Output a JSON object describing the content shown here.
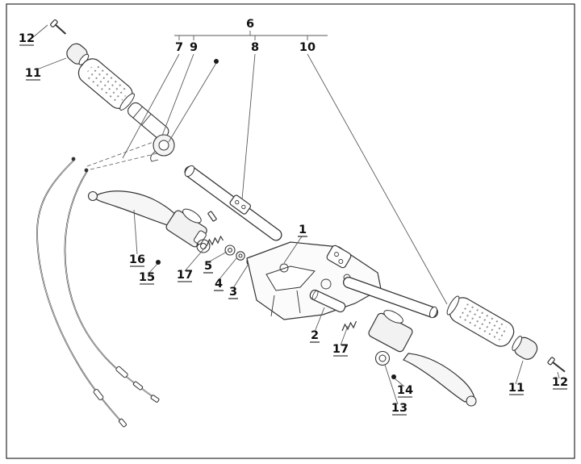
{
  "figure": {
    "kind": "exploded-parts-diagram",
    "subject": "scooter handlebar assembly with grips, levers, master cylinders and control cables",
    "background_color": "#ffffff",
    "border_color": "#000000",
    "line_color": "#333333",
    "part_numbers_visible": [
      "1",
      "2",
      "3",
      "4",
      "5",
      "6",
      "7",
      "8",
      "9",
      "10",
      "11",
      "12",
      "13",
      "14",
      "15",
      "16",
      "17"
    ]
  },
  "labels": [
    {
      "id": "12-top-left",
      "text": "12"
    },
    {
      "id": "11-top-left",
      "text": "11"
    },
    {
      "id": "6-bracket",
      "text": "6"
    },
    {
      "id": "7-bracket",
      "text": "7"
    },
    {
      "id": "9-bracket",
      "text": "9"
    },
    {
      "id": "8-bracket",
      "text": "8"
    },
    {
      "id": "10-bracket",
      "text": "10"
    },
    {
      "id": "1-handlebar",
      "text": "1"
    },
    {
      "id": "16-lever-left",
      "text": "16"
    },
    {
      "id": "15-master-cylinder-left",
      "text": "15"
    },
    {
      "id": "17-spring-left",
      "text": "17"
    },
    {
      "id": "5-washer",
      "text": "5"
    },
    {
      "id": "4-washer",
      "text": "4"
    },
    {
      "id": "3-washer",
      "text": "3"
    },
    {
      "id": "2-pin",
      "text": "2"
    },
    {
      "id": "17-spring-right",
      "text": "17"
    },
    {
      "id": "14-master-cylinder-right",
      "text": "14"
    },
    {
      "id": "13-clamp-right",
      "text": "13"
    },
    {
      "id": "11-bottom-right",
      "text": "11"
    },
    {
      "id": "12-bottom-right",
      "text": "12"
    }
  ]
}
